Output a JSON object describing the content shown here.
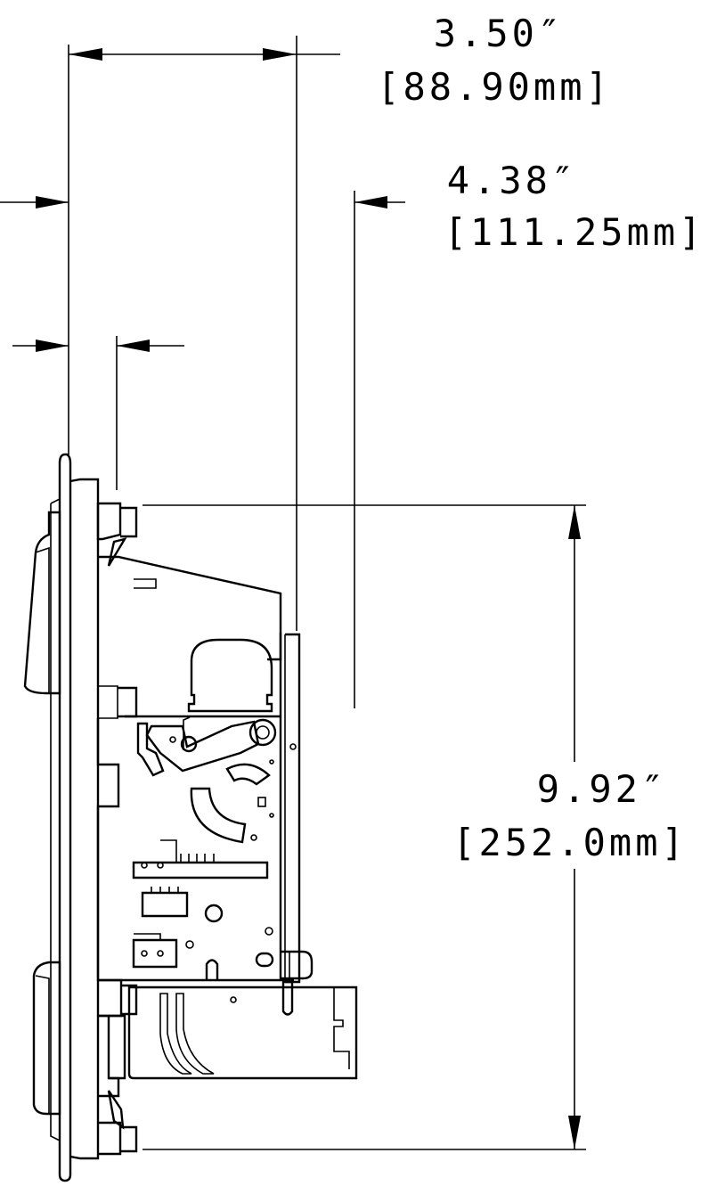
{
  "dimensions": {
    "depth_faceplate": {
      "inches": "3.50″",
      "mm": "[88.90mm]"
    },
    "depth_overall": {
      "inches": "4.38″",
      "mm": "[111.25mm]"
    },
    "height": {
      "inches": "9.92″",
      "mm": "[252.0mm]"
    }
  }
}
